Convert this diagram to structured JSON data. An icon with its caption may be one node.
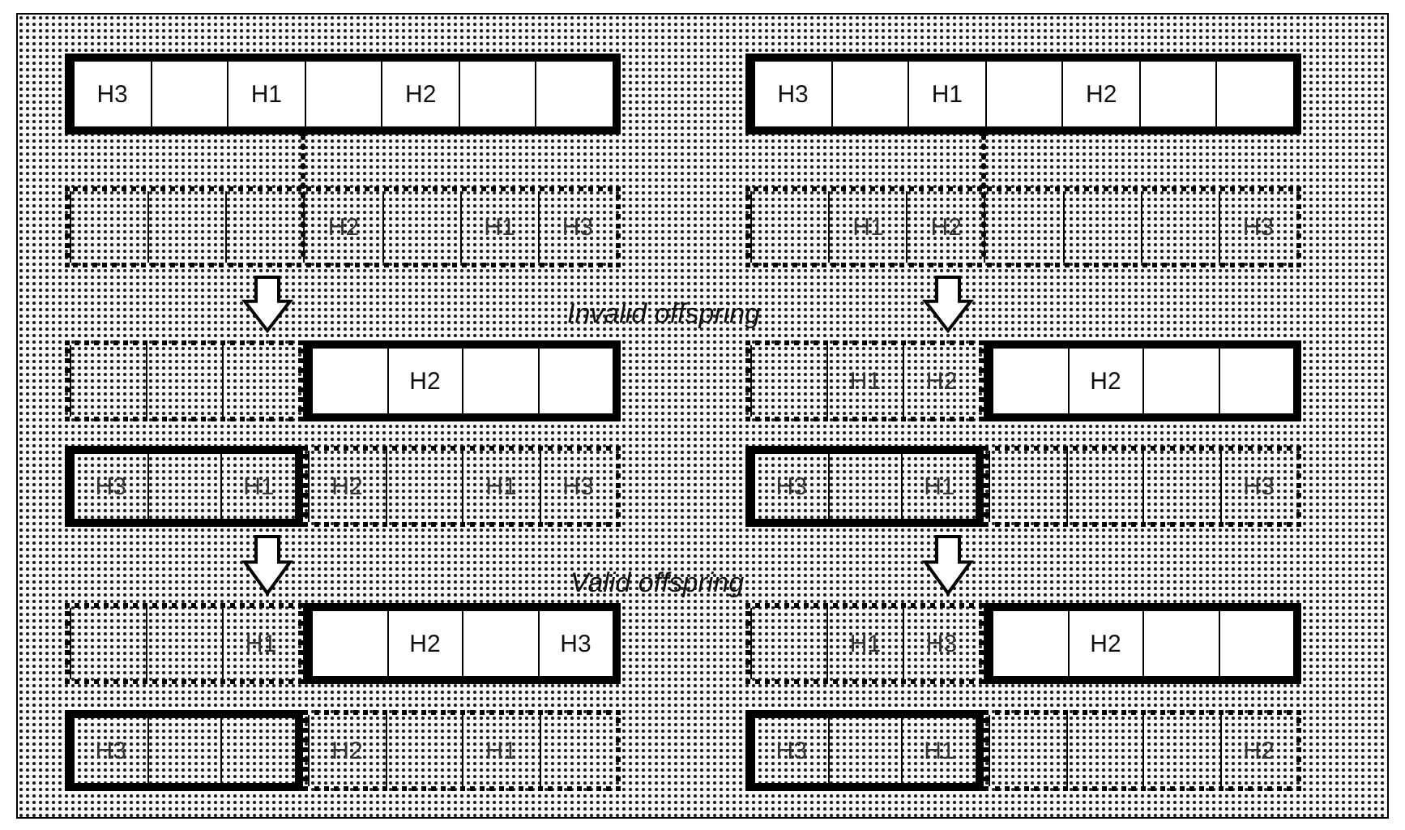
{
  "diagram": {
    "nodes": [
      {
        "text": [],
        "shape": "bar"
      },
      {
        "text": [
          "H3"
        ],
        "in": 0
      },
      {
        "text": [],
        "shape": "box",
        "in": 0
      },
      {
        "text": [
          "H1"
        ],
        "in": 0
      },
      {
        "text": [],
        "shape": "box",
        "in": 0
      },
      {
        "text": [
          "H2"
        ],
        "in": 0
      },
      {
        "text": [],
        "shape": "box",
        "in": 0
      },
      {
        "text": [],
        "shape": "box",
        "in": 0
      },
      {
        "text": [],
        "shape": "bar"
      },
      {
        "text": [],
        "shape": "box",
        "in": 8
      },
      {
        "text": [],
        "shape": "box",
        "in": 8
      },
      {
        "text": [],
        "shape": "box",
        "in": 8
      },
      {
        "text": [
          "H2"
        ],
        "in": 8
      },
      {
        "text": [],
        "shape": "box",
        "in": 8
      },
      {
        "text": [
          "H1"
        ],
        "in": 8
      },
      {
        "text": [
          "H3"
        ],
        "in": 8
      },
      {
        "text": [],
        "shape": "bar"
      },
      {
        "text": [],
        "shape": "box",
        "in": 16
      },
      {
        "text": [],
        "shape": "box",
        "in": 16
      },
      {
        "text": [],
        "shape": "box",
        "in": 16
      },
      {
        "text": [],
        "shape": "bar"
      },
      {
        "text": [],
        "shape": "box",
        "in": 20
      },
      {
        "text": [
          "H2"
        ],
        "in": 20
      },
      {
        "text": [],
        "shape": "box",
        "in": 20
      },
      {
        "text": [],
        "shape": "box",
        "in": 20
      },
      {
        "text": [],
        "shape": "bar"
      },
      {
        "text": [
          "H3"
        ],
        "in": 25
      },
      {
        "text": [],
        "shape": "box",
        "in": 25
      },
      {
        "text": [
          "H1"
        ],
        "in": 25
      },
      {
        "text": [],
        "shape": "bar"
      },
      {
        "text": [
          "H2"
        ],
        "in": 29
      },
      {
        "text": [],
        "shape": "box",
        "in": 29
      },
      {
        "text": [
          "H1"
        ],
        "in": 29
      },
      {
        "text": [
          "H3"
        ],
        "in": 29
      },
      {
        "text": [],
        "shape": "bar"
      },
      {
        "text": [],
        "shape": "box",
        "in": 34
      },
      {
        "text": [],
        "shape": "box",
        "in": 34
      },
      {
        "text": [
          "H1"
        ],
        "in": 34
      },
      {
        "text": [],
        "shape": "bar"
      },
      {
        "text": [],
        "shape": "box",
        "in": 38
      },
      {
        "text": [
          "H2"
        ],
        "in": 38
      },
      {
        "text": [],
        "shape": "box",
        "in": 38
      },
      {
        "text": [
          "H3"
        ],
        "in": 38
      },
      {
        "text": [],
        "shape": "bar"
      },
      {
        "text": [
          "H3"
        ],
        "in": 43
      },
      {
        "text": [],
        "shape": "box",
        "in": 43
      },
      {
        "text": [],
        "shape": "box",
        "in": 43
      },
      {
        "text": [],
        "shape": "bar"
      },
      {
        "text": [
          "H2"
        ],
        "in": 47
      },
      {
        "text": [],
        "shape": "box",
        "in": 47
      },
      {
        "text": [
          "H1"
        ],
        "in": 47
      },
      {
        "text": [],
        "shape": "box",
        "in": 47
      },
      {
        "text": [],
        "shape": "bar"
      },
      {
        "text": [
          "H3"
        ],
        "in": 52
      },
      {
        "text": [],
        "shape": "box",
        "in": 52
      },
      {
        "text": [
          "H1"
        ],
        "in": 52
      },
      {
        "text": [],
        "shape": "box",
        "in": 52
      },
      {
        "text": [
          "H2"
        ],
        "in": 52
      },
      {
        "text": [],
        "shape": "box",
        "in": 52
      },
      {
        "text": [],
        "shape": "box",
        "in": 52
      },
      {
        "text": [],
        "shape": "bar"
      },
      {
        "text": [],
        "shape": "box",
        "in": 60
      },
      {
        "text": [
          "H1"
        ],
        "in": 60
      },
      {
        "text": [
          "H2"
        ],
        "in": 60
      },
      {
        "text": [],
        "shape": "box",
        "in": 60
      },
      {
        "text": [],
        "shape": "box",
        "in": 60
      },
      {
        "text": [],
        "shape": "box",
        "in": 60
      },
      {
        "text": [
          "H3"
        ],
        "in": 60
      },
      {
        "text": [],
        "shape": "bar"
      },
      {
        "text": [],
        "shape": "box",
        "in": 68
      },
      {
        "text": [
          "H1"
        ],
        "in": 68
      },
      {
        "text": [
          "H2"
        ],
        "in": 68
      },
      {
        "text": [],
        "shape": "bar"
      },
      {
        "text": [],
        "shape": "box",
        "in": 72
      },
      {
        "text": [
          "H2"
        ],
        "in": 72
      },
      {
        "text": [],
        "shape": "box",
        "in": 72
      },
      {
        "text": [],
        "shape": "box",
        "in": 72
      },
      {
        "text": [],
        "shape": "bar"
      },
      {
        "text": [
          "H3"
        ],
        "in": 77
      },
      {
        "text": [],
        "shape": "box",
        "in": 77
      },
      {
        "text": [
          "H1"
        ],
        "in": 77
      },
      {
        "text": [],
        "shape": "bar"
      },
      {
        "text": [],
        "shape": "box",
        "in": 81
      },
      {
        "text": [],
        "shape": "box",
        "in": 81
      },
      {
        "text": [],
        "shape": "box",
        "in": 81
      },
      {
        "text": [
          "H3"
        ],
        "in": 81
      },
      {
        "text": [],
        "shape": "bar"
      },
      {
        "text": [],
        "shape": "box",
        "in": 86
      },
      {
        "text": [
          "H1"
        ],
        "in": 86
      },
      {
        "text": [
          "H3"
        ],
        "in": 86
      },
      {
        "text": [],
        "shape": "bar"
      },
      {
        "text": [],
        "shape": "box",
        "in": 90
      },
      {
        "text": [
          "H2"
        ],
        "in": 90
      },
      {
        "text": [],
        "shape": "box",
        "in": 90
      },
      {
        "text": [],
        "shape": "box",
        "in": 90
      },
      {
        "text": [],
        "shape": "bar"
      },
      {
        "text": [
          "H3"
        ],
        "in": 95
      },
      {
        "text": [],
        "shape": "box",
        "in": 95
      },
      {
        "text": [
          "H1"
        ],
        "in": 95
      },
      {
        "text": [],
        "shape": "bar"
      },
      {
        "text": [],
        "shape": "box",
        "in": 99
      },
      {
        "text": [],
        "shape": "box",
        "in": 99
      },
      {
        "text": [],
        "shape": "box",
        "in": 99
      },
      {
        "text": [
          "H2"
        ],
        "in": 99
      }
    ],
    "edges": [
      {
        "from": 8,
        "to": 16,
        "arrow": "to"
      },
      {
        "from": 25,
        "to": 34,
        "arrow": "to"
      },
      {
        "from": 60,
        "to": 68,
        "arrow": "to"
      },
      {
        "from": 77,
        "to": 86,
        "arrow": "to"
      }
    ],
    "labels": [
      "Invalid offspring",
      "Valid offspring"
    ]
  }
}
